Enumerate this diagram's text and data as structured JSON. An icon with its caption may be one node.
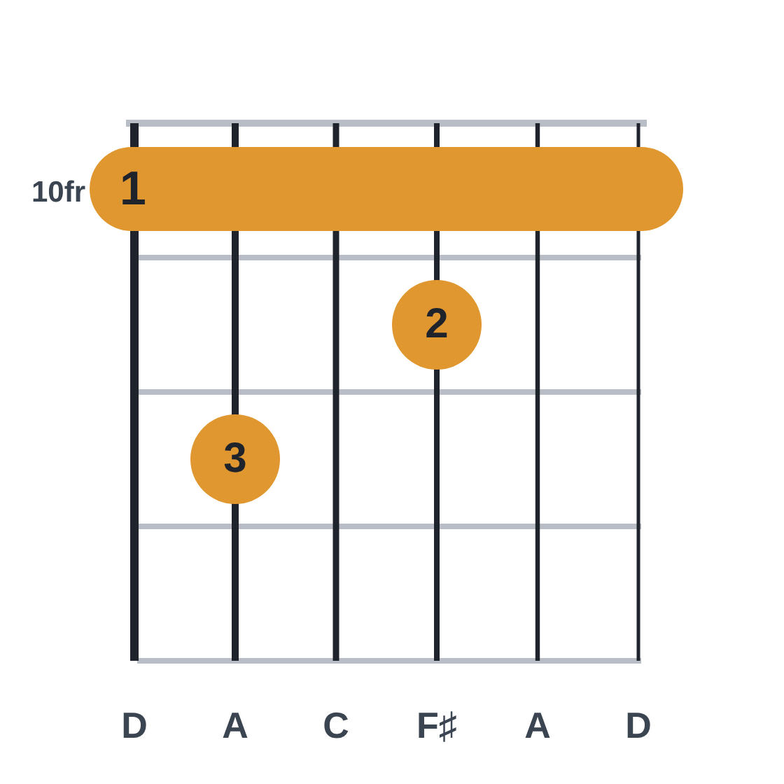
{
  "diagram": {
    "nodes": [
      {
        "text": [
          "1"
        ]
      },
      {
        "text": [
          "2"
        ]
      },
      {
        "text": [
          "3"
        ]
      }
    ],
    "labels": [
      "10fr",
      "D",
      "A",
      "C",
      "F♯",
      "A",
      "D"
    ]
  }
}
